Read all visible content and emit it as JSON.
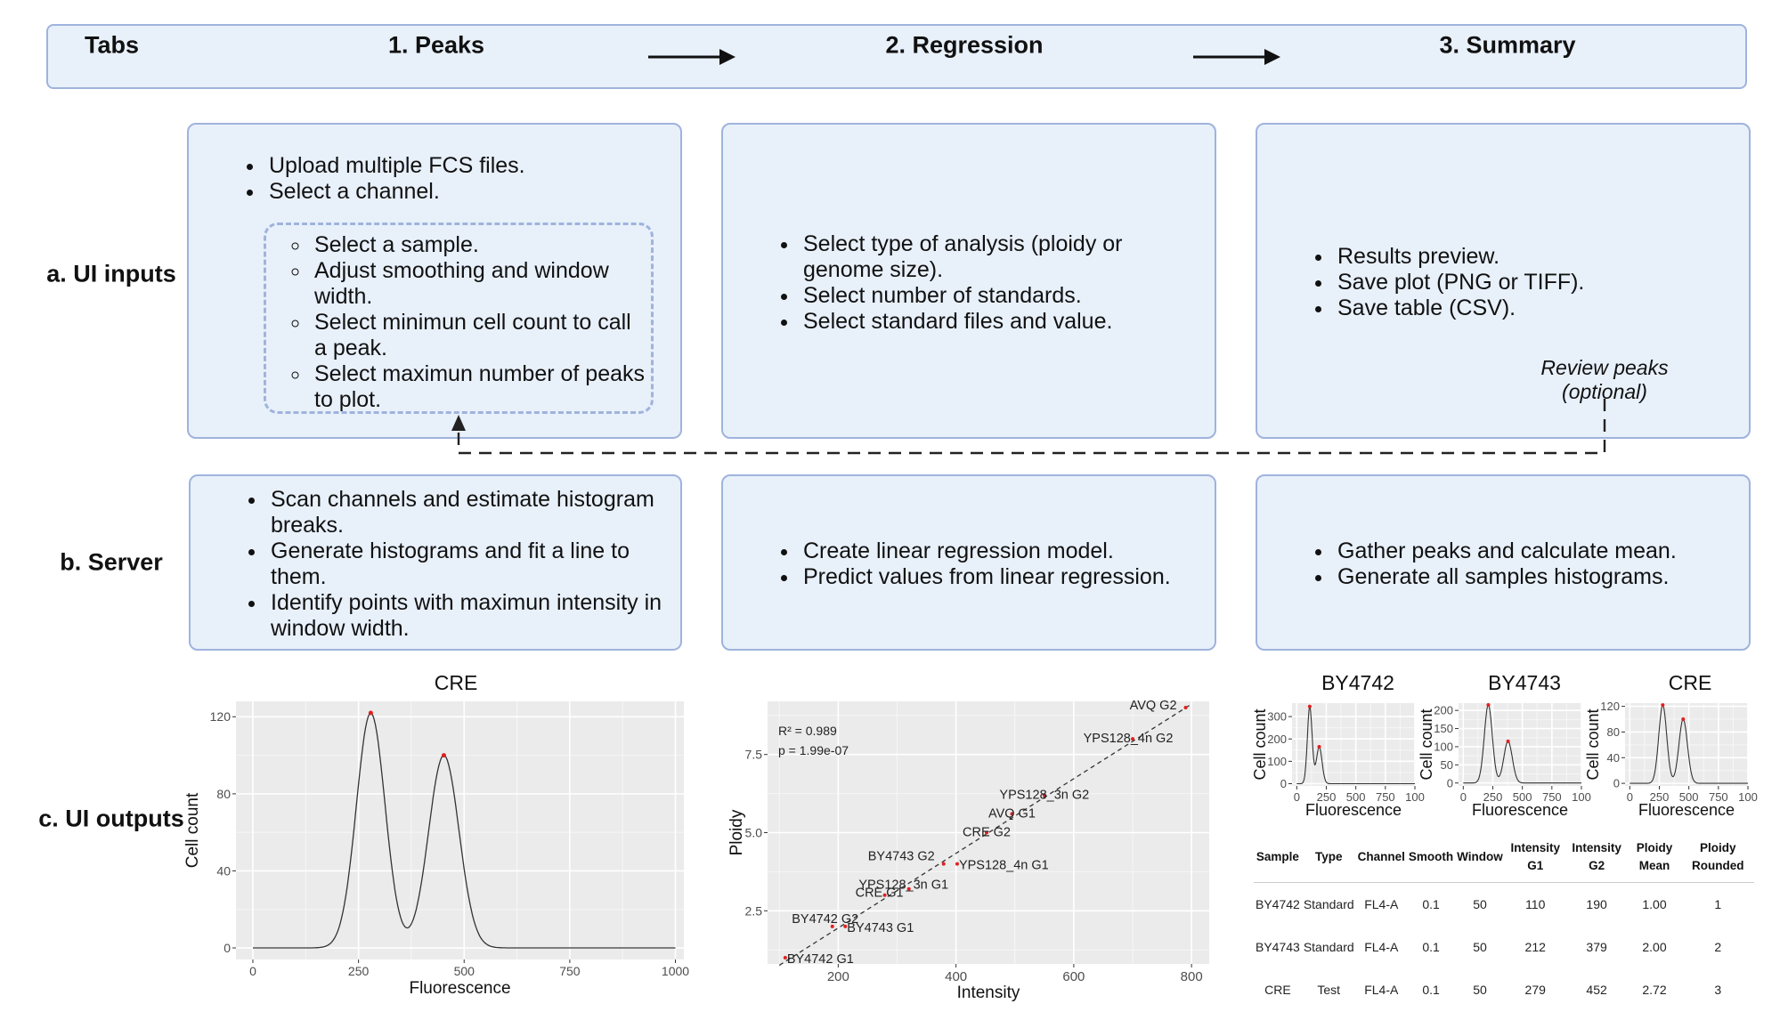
{
  "tabs": {
    "label": "Tabs",
    "items": [
      "1. Peaks",
      "2. Regression",
      "3. Summary"
    ]
  },
  "rows": {
    "inputs": "a. UI inputs",
    "server": "b. Server",
    "outputs": "c. UI outputs"
  },
  "peaks": {
    "inputs": [
      "Upload multiple FCS files.",
      "Select a channel."
    ],
    "sub_inputs": [
      "Select a sample.",
      "Adjust smoothing and window width.",
      "Select minimun cell count to call a peak.",
      "Select maximun number of peaks to plot."
    ],
    "server": [
      "Scan channels and estimate histogram breaks.",
      "Generate histograms and fit a line to them.",
      "Identify points with maximun intensity in window width."
    ]
  },
  "regression": {
    "inputs": [
      "Select type of analysis (ploidy or genome size).",
      "Select number of standards.",
      "Select standard files and value."
    ],
    "server": [
      "Create linear regression model.",
      "Predict values from linear regression."
    ]
  },
  "summary": {
    "inputs": [
      "Results preview.",
      "Save plot (PNG or TIFF).",
      "Save table (CSV)."
    ],
    "review_note": [
      "Review peaks",
      "(optional)"
    ],
    "server": [
      "Gather peaks and calculate mean.",
      "Generate all samples histograms."
    ]
  },
  "chart_data": [
    {
      "type": "line",
      "title": "CRE",
      "xlabel": "Fluorescence",
      "ylabel": "Cell count",
      "xlim": [
        -40,
        1020
      ],
      "ylim": [
        -6,
        128
      ],
      "xticks": [
        0,
        250,
        500,
        750,
        1000
      ],
      "yticks": [
        0,
        40,
        80,
        120
      ],
      "grid": true,
      "peaks": [
        {
          "x": 279,
          "y": 122
        },
        {
          "x": 452,
          "y": 100
        }
      ]
    },
    {
      "type": "scatter",
      "xlabel": "Intensity",
      "ylabel": "Ploidy",
      "xlim": [
        80,
        830
      ],
      "ylim": [
        0.8,
        9.2
      ],
      "xticks": [
        200,
        400,
        600,
        800
      ],
      "yticks": [
        2.5,
        5.0,
        7.5
      ],
      "grid": true,
      "annotations": [
        "R² = 0.989",
        "p = 1.99e-07"
      ],
      "points": [
        {
          "label": "BY4742 G1",
          "x": 110,
          "y": 1.0
        },
        {
          "label": "BY4742 G2",
          "x": 190,
          "y": 2.0
        },
        {
          "label": "BY4743 G1",
          "x": 212,
          "y": 2.0
        },
        {
          "label": "CRE G1",
          "x": 279,
          "y": 3.0
        },
        {
          "label": "YPS128_3n G1",
          "x": 320,
          "y": 3.2
        },
        {
          "label": "BY4743 G2",
          "x": 379,
          "y": 4.0
        },
        {
          "label": "YPS128_4n G1",
          "x": 402,
          "y": 4.0
        },
        {
          "label": "CRE G2",
          "x": 452,
          "y": 5.0
        },
        {
          "label": "AVQ G1",
          "x": 495,
          "y": 5.6
        },
        {
          "label": "YPS128_3n G2",
          "x": 550,
          "y": 6.2
        },
        {
          "label": "YPS128_4n G2",
          "x": 700,
          "y": 8.0
        },
        {
          "label": "AVQ G2",
          "x": 790,
          "y": 9.0
        }
      ]
    },
    {
      "type": "line",
      "title": "BY4742",
      "xlabel": "Fluorescence",
      "ylabel": "Cell count",
      "xlim": [
        -40,
        1000
      ],
      "ylim": [
        -10,
        360
      ],
      "xticks": [
        0,
        250,
        500,
        750,
        1000
      ],
      "xticklabels": [
        "0",
        "250",
        "500",
        "750",
        "100"
      ],
      "yticks": [
        0,
        100,
        200,
        300
      ],
      "grid": true,
      "peaks": [
        {
          "x": 110,
          "y": 345
        },
        {
          "x": 190,
          "y": 165
        }
      ]
    },
    {
      "type": "line",
      "title": "BY4743",
      "xlabel": "Fluorescence",
      "ylabel": "Cell count",
      "xlim": [
        -40,
        1000
      ],
      "ylim": [
        -8,
        220
      ],
      "xticks": [
        0,
        250,
        500,
        750,
        1000
      ],
      "xticklabels": [
        "0",
        "250",
        "500",
        "750",
        "100"
      ],
      "yticks": [
        0,
        50,
        100,
        150,
        200
      ],
      "grid": true,
      "peaks": [
        {
          "x": 212,
          "y": 215
        },
        {
          "x": 379,
          "y": 115
        }
      ]
    },
    {
      "type": "line",
      "title": "CRE",
      "xlabel": "Fluorescence",
      "ylabel": "Cell count",
      "xlim": [
        -40,
        1000
      ],
      "ylim": [
        -4,
        125
      ],
      "xticks": [
        0,
        250,
        500,
        750,
        1000
      ],
      "xticklabels": [
        "0",
        "250",
        "500",
        "750",
        "100"
      ],
      "yticks": [
        0,
        40,
        80,
        120
      ],
      "grid": true,
      "peaks": [
        {
          "x": 279,
          "y": 122
        },
        {
          "x": 452,
          "y": 100
        }
      ]
    },
    {
      "type": "table",
      "headers": [
        "Sample",
        "Type",
        "Channel",
        "Smooth",
        "Window",
        "Intensity G1",
        "Intensity G2",
        "Ploidy Mean",
        "Ploidy Rounded"
      ],
      "rows": [
        [
          "BY4742",
          "Standard",
          "FL4-A",
          "0.1",
          "50",
          "110",
          "190",
          "1.00",
          "1"
        ],
        [
          "BY4743",
          "Standard",
          "FL4-A",
          "0.1",
          "50",
          "212",
          "379",
          "2.00",
          "2"
        ],
        [
          "CRE",
          "Test",
          "FL4-A",
          "0.1",
          "50",
          "279",
          "452",
          "2.72",
          "3"
        ]
      ]
    }
  ],
  "colors": {
    "box_fill": "#e8f0fa",
    "box_border": "#9fb3dd",
    "plot_panel": "#ebebeb",
    "peak_marker": "#e02020"
  }
}
